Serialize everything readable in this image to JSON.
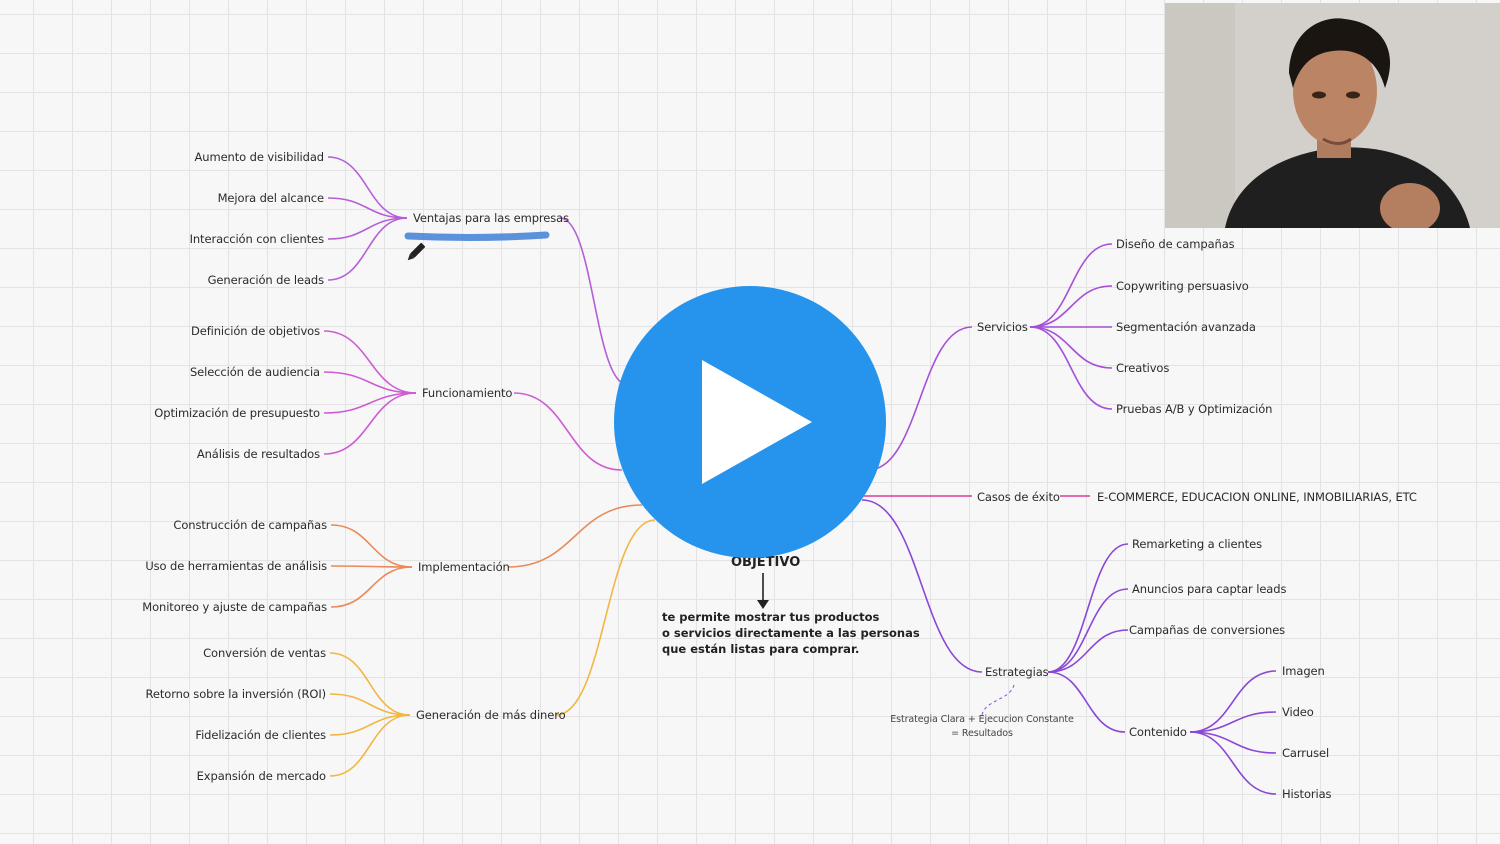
{
  "mindmap": {
    "left_branches": [
      {
        "label": "Ventajas para las empresas",
        "color": "#b65ed8",
        "items": [
          "Aumento de visibilidad",
          "Mejora del alcance",
          "Interacción con clientes",
          "Generación de leads"
        ]
      },
      {
        "label": "Funcionamiento",
        "color": "#cf5bd3",
        "items": [
          "Definición de objetivos",
          "Selección de audiencia",
          "Optimización de presupuesto",
          "Análisis de resultados"
        ]
      },
      {
        "label": "Implementación",
        "color": "#e98a5a",
        "items": [
          "Construcción de campañas",
          "Uso de herramientas de análisis",
          "Monitoreo y ajuste de campañas"
        ]
      },
      {
        "label": "Generación de más dinero",
        "color": "#f2b642",
        "items": [
          "Conversión de ventas",
          "Retorno sobre la inversión (ROI)",
          "Fidelización de clientes",
          "Expansión de mercado"
        ]
      }
    ],
    "right_branches": {
      "servicios": {
        "label": "Servicios",
        "color": "#a64fd8",
        "items": [
          "Diseño de campañas",
          "Copywriting persuasivo",
          "Segmentación avanzada",
          "Creativos",
          "Pruebas A/B y Optimización"
        ]
      },
      "casos": {
        "label": "Casos de éxito",
        "color": "#d6419a",
        "detail": "E-COMMERCE, EDUCACION ONLINE, INMOBILIARIAS, ETC"
      },
      "estrategias": {
        "label": "Estrategias",
        "color": "#8b47d6",
        "items": [
          "Remarketing a clientes",
          "Anuncios para captar leads",
          "Campañas de conversiones"
        ],
        "contenido": {
          "label": "Contenido",
          "items": [
            "Imagen",
            "Video",
            "Carrusel",
            "Historias"
          ]
        },
        "note_line1": "Estrategia Clara + Ejecucion Constante",
        "note_line2": "= Resultados"
      }
    },
    "objective_title": "OBJETIVO",
    "objective_desc": "te permite mostrar tus productos\no servicios directamente a las personas\nque están listas para comprar.",
    "highlight_color": "#4a86d8"
  },
  "player": {
    "play_color": "#2694ec",
    "play_icon": "play-icon"
  },
  "webcam": {
    "label": "presenter-webcam"
  }
}
